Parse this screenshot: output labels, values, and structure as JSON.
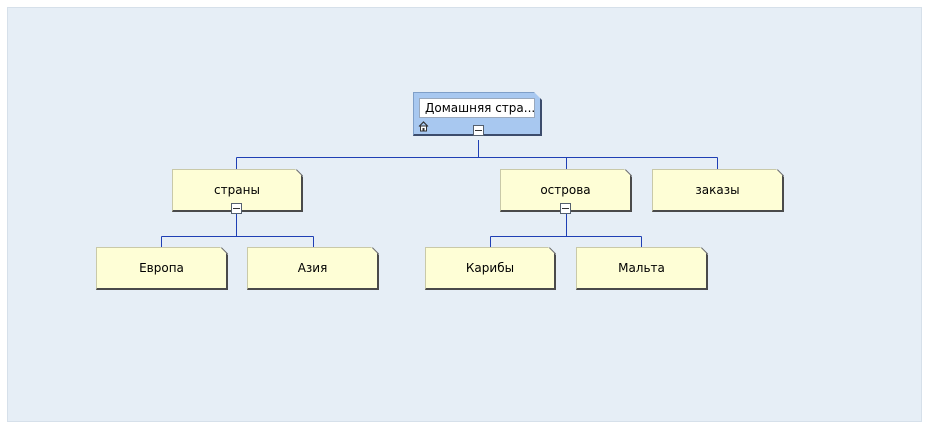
{
  "sitemap": {
    "home": {
      "label": "Домашняя стра...",
      "icon": "home-icon"
    },
    "level1": [
      {
        "label": "страны",
        "collapse_icon": "minus-icon"
      },
      {
        "label": "острова",
        "collapse_icon": "minus-icon"
      },
      {
        "label": "заказы"
      }
    ],
    "level2": [
      {
        "parent": "страны",
        "label": "Европа"
      },
      {
        "parent": "страны",
        "label": "Азия"
      },
      {
        "parent": "острова",
        "label": "Карибы"
      },
      {
        "parent": "острова",
        "label": "Мальта"
      }
    ]
  },
  "colors": {
    "canvas": "#e6eef6",
    "page": "#fefed6",
    "home_page": "#a8c8f0",
    "connector": "#1f3fb4"
  }
}
